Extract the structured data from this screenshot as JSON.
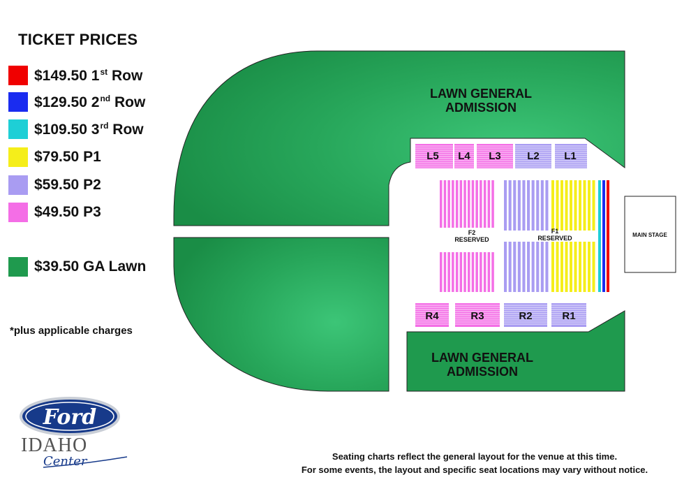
{
  "legend": {
    "title": "TICKET PRICES",
    "items": [
      {
        "name": "swatch-1st-row",
        "price": "$149.50",
        "label": "1",
        "sup": "st",
        "suffix": "Row",
        "color": "#f00000"
      },
      {
        "name": "swatch-2nd-row",
        "price": "$129.50",
        "label": "2",
        "sup": "nd",
        "suffix": "Row",
        "color": "#1a2cf0"
      },
      {
        "name": "swatch-3rd-row",
        "price": "$109.50",
        "label": "3",
        "sup": "rd",
        "suffix": "Row",
        "color": "#1ecfd6"
      },
      {
        "name": "swatch-p1",
        "price": "$79.50",
        "label": "P1",
        "sup": "",
        "suffix": "",
        "color": "#f5ee1a"
      },
      {
        "name": "swatch-p2",
        "price": "$59.50",
        "label": "P2",
        "sup": "",
        "suffix": "",
        "color": "#a99cf2"
      },
      {
        "name": "swatch-p3",
        "price": "$49.50",
        "label": "P3",
        "sup": "",
        "suffix": "",
        "color": "#f46ee6"
      },
      {
        "name": "swatch-ga-lawn",
        "price": "$39.50",
        "label": "GA Lawn",
        "sup": "",
        "suffix": "",
        "color": "#1f9a4e"
      }
    ]
  },
  "note": "*plus applicable charges",
  "disclaimer": {
    "line1": "Seating charts reflect the general layout for the venue at this time.",
    "line2": "For some events, the layout and specific seat locations may vary without notice."
  },
  "map": {
    "lawn_top_line1": "LAWN GENERAL",
    "lawn_top_line2": "ADMISSION",
    "lawn_bottom_line1": "LAWN GENERAL",
    "lawn_bottom_line2": "ADMISSION",
    "stage": "MAIN STAGE",
    "f1_line1": "F1",
    "f1_line2": "RESERVED",
    "f2_line1": "F2",
    "f2_line2": "RESERVED",
    "sections": {
      "L1": "L1",
      "L2": "L2",
      "L3": "L3",
      "L4": "L4",
      "L5": "L5",
      "R1": "R1",
      "R2": "R2",
      "R3": "R3",
      "R4": "R4"
    }
  },
  "logo": {
    "brand": "Ford",
    "venue": "IDAHO",
    "script": "Center"
  },
  "colors": {
    "lawn": "#1f9a4e",
    "lawn_light": "#3cbf6e",
    "p1": "#f5ee1a",
    "p2": "#a99cf2",
    "p3": "#f46ee6",
    "row1": "#f00000",
    "row2": "#1a2cf0",
    "row3": "#1ecfd6",
    "ford_blue": "#173a8a"
  }
}
